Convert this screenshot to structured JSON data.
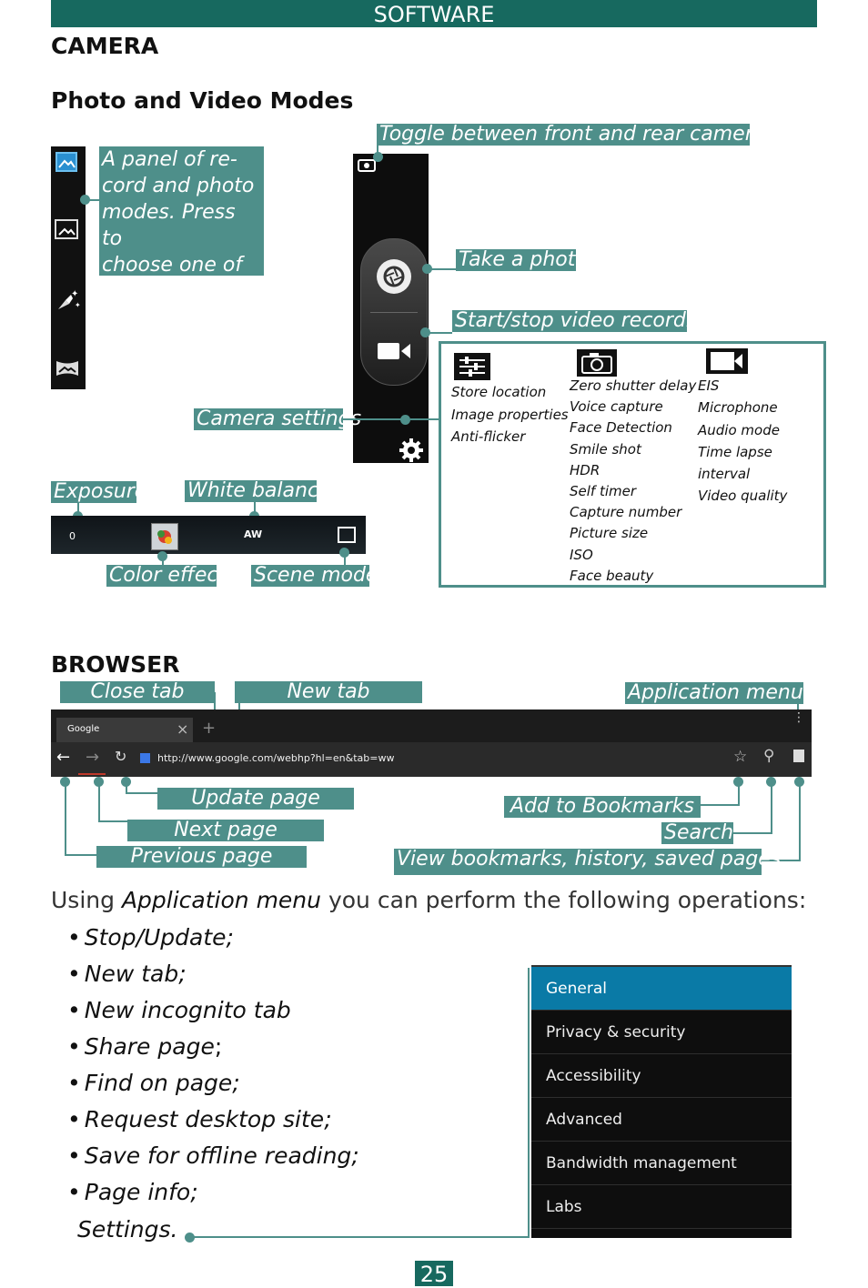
{
  "header": {
    "section": "SOFTWARE"
  },
  "camera": {
    "heading": "CAMERA",
    "subheading": "Photo and Video Modes",
    "panel_label": "A panel of re-\ncord and photo\nmodes. Press to\nchoose one of\nthem.",
    "toggle_label": "Toggle between front and rear cameras",
    "take_photo_label": "Take a photo",
    "video_label": "Start/stop video recording",
    "settings_label": "Camera settings",
    "exposure_label": "Exposure",
    "white_balance_label": "White balance",
    "color_effect_label": "Color effect",
    "scene_mode_label": "Scene mode",
    "exposure_value": "0",
    "wb_icon_text": "AW",
    "settings_col1": [
      "Store location",
      "Image properties",
      "Anti-flicker"
    ],
    "settings_col2": [
      "Zero shutter delay",
      "Voice capture",
      "Face Detection",
      "Smile shot",
      "HDR",
      "Self timer",
      "Capture number",
      "Picture size",
      "ISO",
      "Face beauty"
    ],
    "settings_col3": [
      "EIS",
      "Microphone",
      "Audio mode",
      "Time lapse interval",
      "Video quality"
    ],
    "icons": [
      "gallery-icon",
      "video-mode-icon",
      "effects-icon",
      "panorama-icon",
      "camera-switch-icon",
      "shutter-icon",
      "video-camera-icon",
      "gear-icon",
      "sliders-icon",
      "camera-icon",
      "video-icon"
    ]
  },
  "browser": {
    "heading": "BROWSER",
    "close_tab_label": "Close tab",
    "new_tab_label": "New tab",
    "app_menu_label": "Application menu",
    "update_page_label": "Update page",
    "next_page_label": "Next page",
    "previous_page_label": "Previous page",
    "add_bookmarks_label": "Add to Bookmarks",
    "search_label": "Search",
    "view_bookmarks_label": "View bookmarks, history, saved  pages",
    "tab_title": "Google",
    "url": "http://www.google.com/webhp?hl=en&tab=ww"
  },
  "operations": {
    "intro_before": "Using ",
    "intro_em": "Application menu",
    "intro_after": " you can perform the following operations:",
    "items": [
      "Stop/Update;",
      "New tab;",
      "New incognito tab",
      "Share page",
      "Find on page;",
      "Request desktop site;",
      "Save for offline reading;",
      "Page info;"
    ],
    "share_suffix": ";",
    "last_item": "Settings."
  },
  "settings_menu": {
    "items": [
      "General",
      "Privacy & security",
      "Accessibility",
      "Advanced",
      "Bandwidth management",
      "Labs"
    ],
    "active_index": 0,
    "active_color": "#0a7aa6"
  },
  "footer": {
    "page_number": "25"
  },
  "colors": {
    "accent": "#4e8f8a",
    "header": "#17695f"
  }
}
